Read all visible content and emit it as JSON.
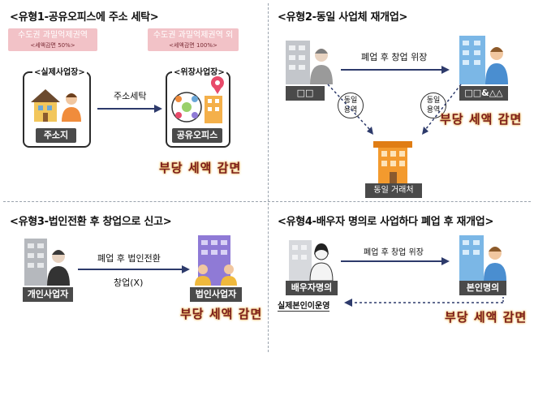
{
  "panel1": {
    "title": "<유형1-공유오피스에 주소 세탁>",
    "left_tag": {
      "line1": "수도권 과밀억제권역",
      "line2": "<세액감면 50%>"
    },
    "right_tag": {
      "line1": "수도권 과밀억제권역 외",
      "line2": "<세액감면 100%>"
    },
    "left_box_label": "<실제사업장>",
    "left_box_caption": "주소지",
    "right_box_label": "<위장사업장>",
    "right_box_caption": "공유오피스",
    "arrow_label": "주소세탁",
    "stamp": "부당 세액 감면"
  },
  "panel2": {
    "title": "<유형2-동일 사업체 재개업>",
    "left_caption": "□□",
    "right_caption": "□□&△△",
    "arrow_label": "폐업 후 창업 위장",
    "left_circle": [
      "동일",
      "용역"
    ],
    "right_circle": [
      "동일",
      "용역"
    ],
    "bottom_caption": "동일 거래처",
    "stamp": "부당 세액 감면"
  },
  "panel3": {
    "title": "<유형3-법인전환 후 창업으로 신고>",
    "left_caption": "개인사업자",
    "right_caption": "법인사업자",
    "arrow_top": "폐업 후 법인전환",
    "arrow_bottom": "창업(X)",
    "stamp": "부당 세액 감면"
  },
  "panel4": {
    "title": "<유형4-배우자 명의로 사업하다 폐업 후 재개업>",
    "left_caption": "배우자명의",
    "left_subcaption": "실제본인이운영",
    "right_caption": "본인명의",
    "arrow_label": "폐업 후 창업 위장",
    "stamp": "부당 세액 감면"
  },
  "colors": {
    "pink_tag": "#f2c2c7",
    "dark_caption": "#4a4a4a",
    "navy_arrow": "#2d3a6b",
    "orange_building": "#f39a2e",
    "blue_building": "#7bb7e6",
    "purple_building": "#8f7ad6",
    "gray_building": "#b5b8bd",
    "stamp_text": "#7b1d1d"
  }
}
